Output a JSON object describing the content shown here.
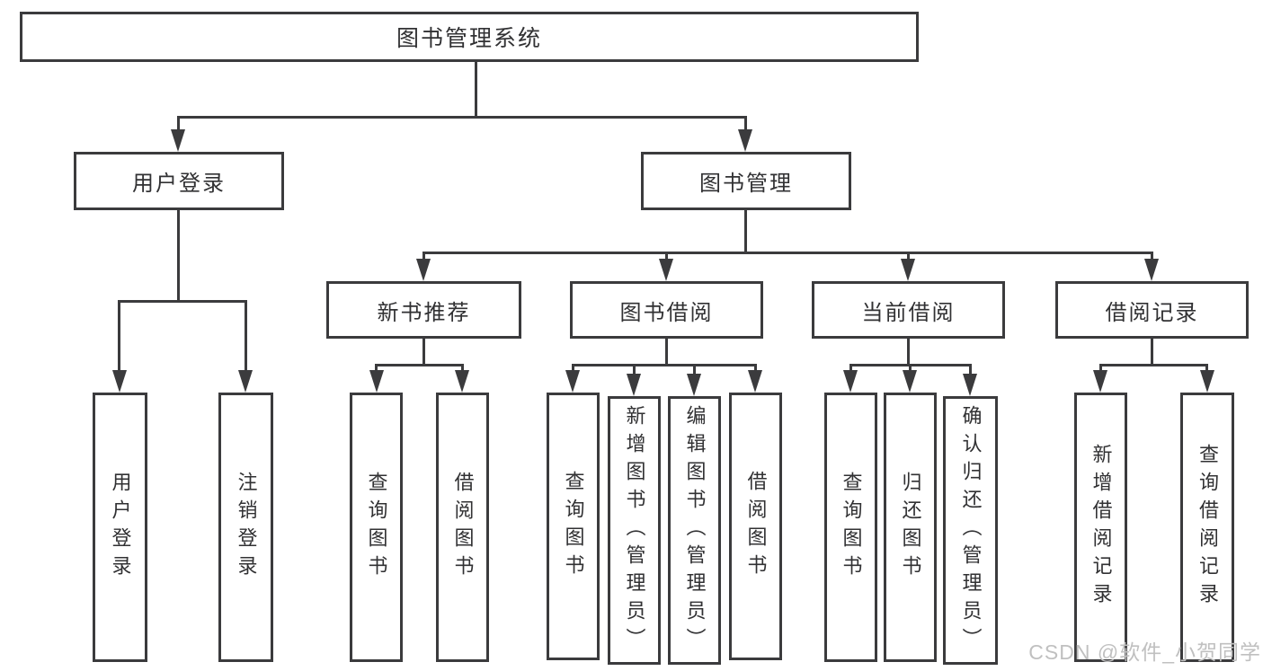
{
  "diagram_title": "图书管理系统",
  "nodes": {
    "root": {
      "label": "图书管理系统"
    },
    "user_login": {
      "label": "用户登录",
      "children": [
        "用户登录",
        "注销登录"
      ]
    },
    "book_mgmt": {
      "label": "图书管理"
    },
    "new_books": {
      "label": "新书推荐",
      "children": [
        "查询图书",
        "借阅图书"
      ]
    },
    "book_borrow": {
      "label": "图书借阅",
      "children": [
        "查询图书",
        "新增图书（管理员）",
        "编辑图书（管理员）",
        "借阅图书"
      ]
    },
    "current_borrow": {
      "label": "当前借阅",
      "children": [
        "查询图书",
        "归还图书",
        "确认归还（管理员）"
      ]
    },
    "borrow_records": {
      "label": "借阅记录",
      "children": [
        "新增借阅记录",
        "查询借阅记录"
      ]
    }
  },
  "watermark": {
    "text": "CSDN @软件_小贺同学"
  },
  "icons": {
    "arrowhead": "solid-down-triangle"
  },
  "colors": {
    "line": "#3b3b3d",
    "ink": "#313133",
    "bg": "#ffffff",
    "watermark": "#c0c0c0"
  }
}
